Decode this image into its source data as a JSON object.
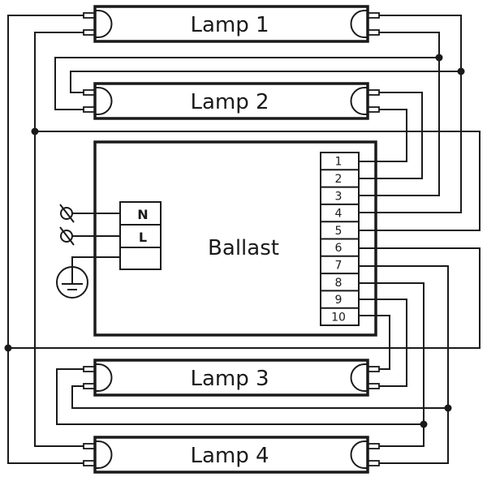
{
  "lamps": [
    {
      "label": "Lamp 1"
    },
    {
      "label": "Lamp 2"
    },
    {
      "label": "Lamp 3"
    },
    {
      "label": "Lamp 4"
    }
  ],
  "ballast": {
    "label": "Ballast",
    "terminals": [
      "1",
      "2",
      "3",
      "4",
      "5",
      "6",
      "7",
      "8",
      "9",
      "10"
    ]
  },
  "supply": {
    "neutral_label": "N",
    "line_label": "L",
    "ground_icon": "earth-ground-icon",
    "screw_icon": "screw-terminal-icon"
  },
  "colors": {
    "line": "#1a1a1a",
    "background": "#ffffff"
  }
}
